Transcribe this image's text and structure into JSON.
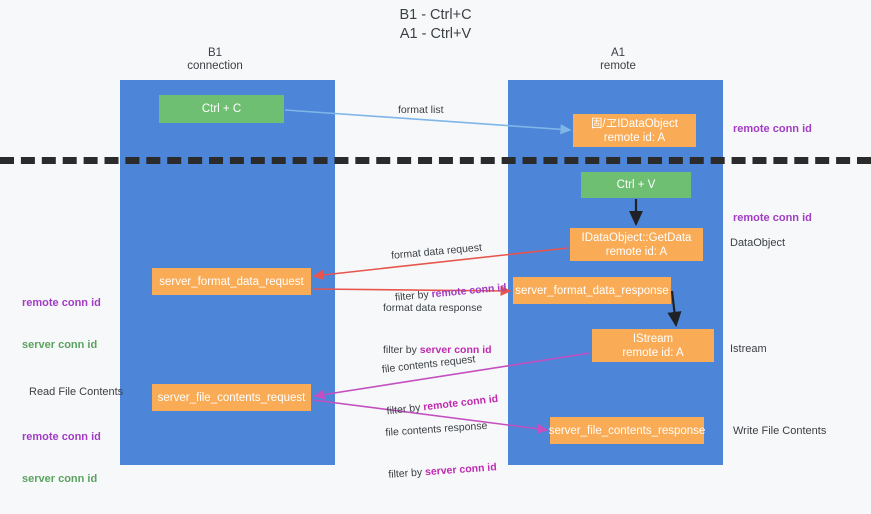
{
  "title": "B1 - Ctrl+C\nA1 - Ctrl+V",
  "columns": {
    "left": "B1\nconnection",
    "right": "A1\nremote"
  },
  "nodes": {
    "ctrl_c": "Ctrl + C",
    "idataobject": "固/ヱIDataObject\nremote id: A",
    "ctrl_v": "Ctrl + V",
    "getdata": "IDataObject::GetData\nremote id: A",
    "server_format_data_request": "server_format_data_request",
    "server_format_data_response": "server_format_data_response",
    "istream": "IStream\nremote id: A",
    "server_file_contents_request": "server_file_contents_request",
    "server_file_contents_response": "server_file_contents_response"
  },
  "edges": {
    "format_list": "format list",
    "format_data_request": "format data request",
    "format_data_request_filter_prefix": "filter by ",
    "format_data_request_filter_key": "remote conn id",
    "format_data_response": "format data response",
    "format_data_response_filter_prefix": "filter by ",
    "format_data_response_filter_key": "server conn id",
    "file_contents_request": "file contents request",
    "file_contents_request_filter_prefix": "filter by ",
    "file_contents_request_filter_key": "remote conn id",
    "file_contents_response": "file contents response",
    "file_contents_response_filter_prefix": "filter by ",
    "file_contents_response_filter_key": "server conn id"
  },
  "annotations": {
    "remote_conn_id_top": "remote conn id",
    "remote_conn_id_mid": "remote conn id",
    "dataobject": "DataObject",
    "istream": "Istream",
    "write_file_contents": "Write File Contents",
    "read_file_contents": "Read File Contents",
    "left_remote_conn_id": "remote conn id",
    "left_server_conn_id": "server conn id",
    "left_remote_conn_id_2": "remote conn id",
    "left_server_conn_id_2": "server conn id"
  },
  "colors": {
    "lane": "#4d85d8",
    "green_node": "#6fbf73",
    "orange_node": "#f9ab55",
    "purple_text": "#a23cc4",
    "green_text": "#5aa35e",
    "magenta_text": "#c02ab0",
    "arrow_blue": "#7fb6e8",
    "arrow_red": "#e8554d",
    "arrow_magenta": "#c34fc0",
    "arrow_black": "#202124",
    "divider": "#2b2b2b",
    "background": "#f7f8fa"
  }
}
